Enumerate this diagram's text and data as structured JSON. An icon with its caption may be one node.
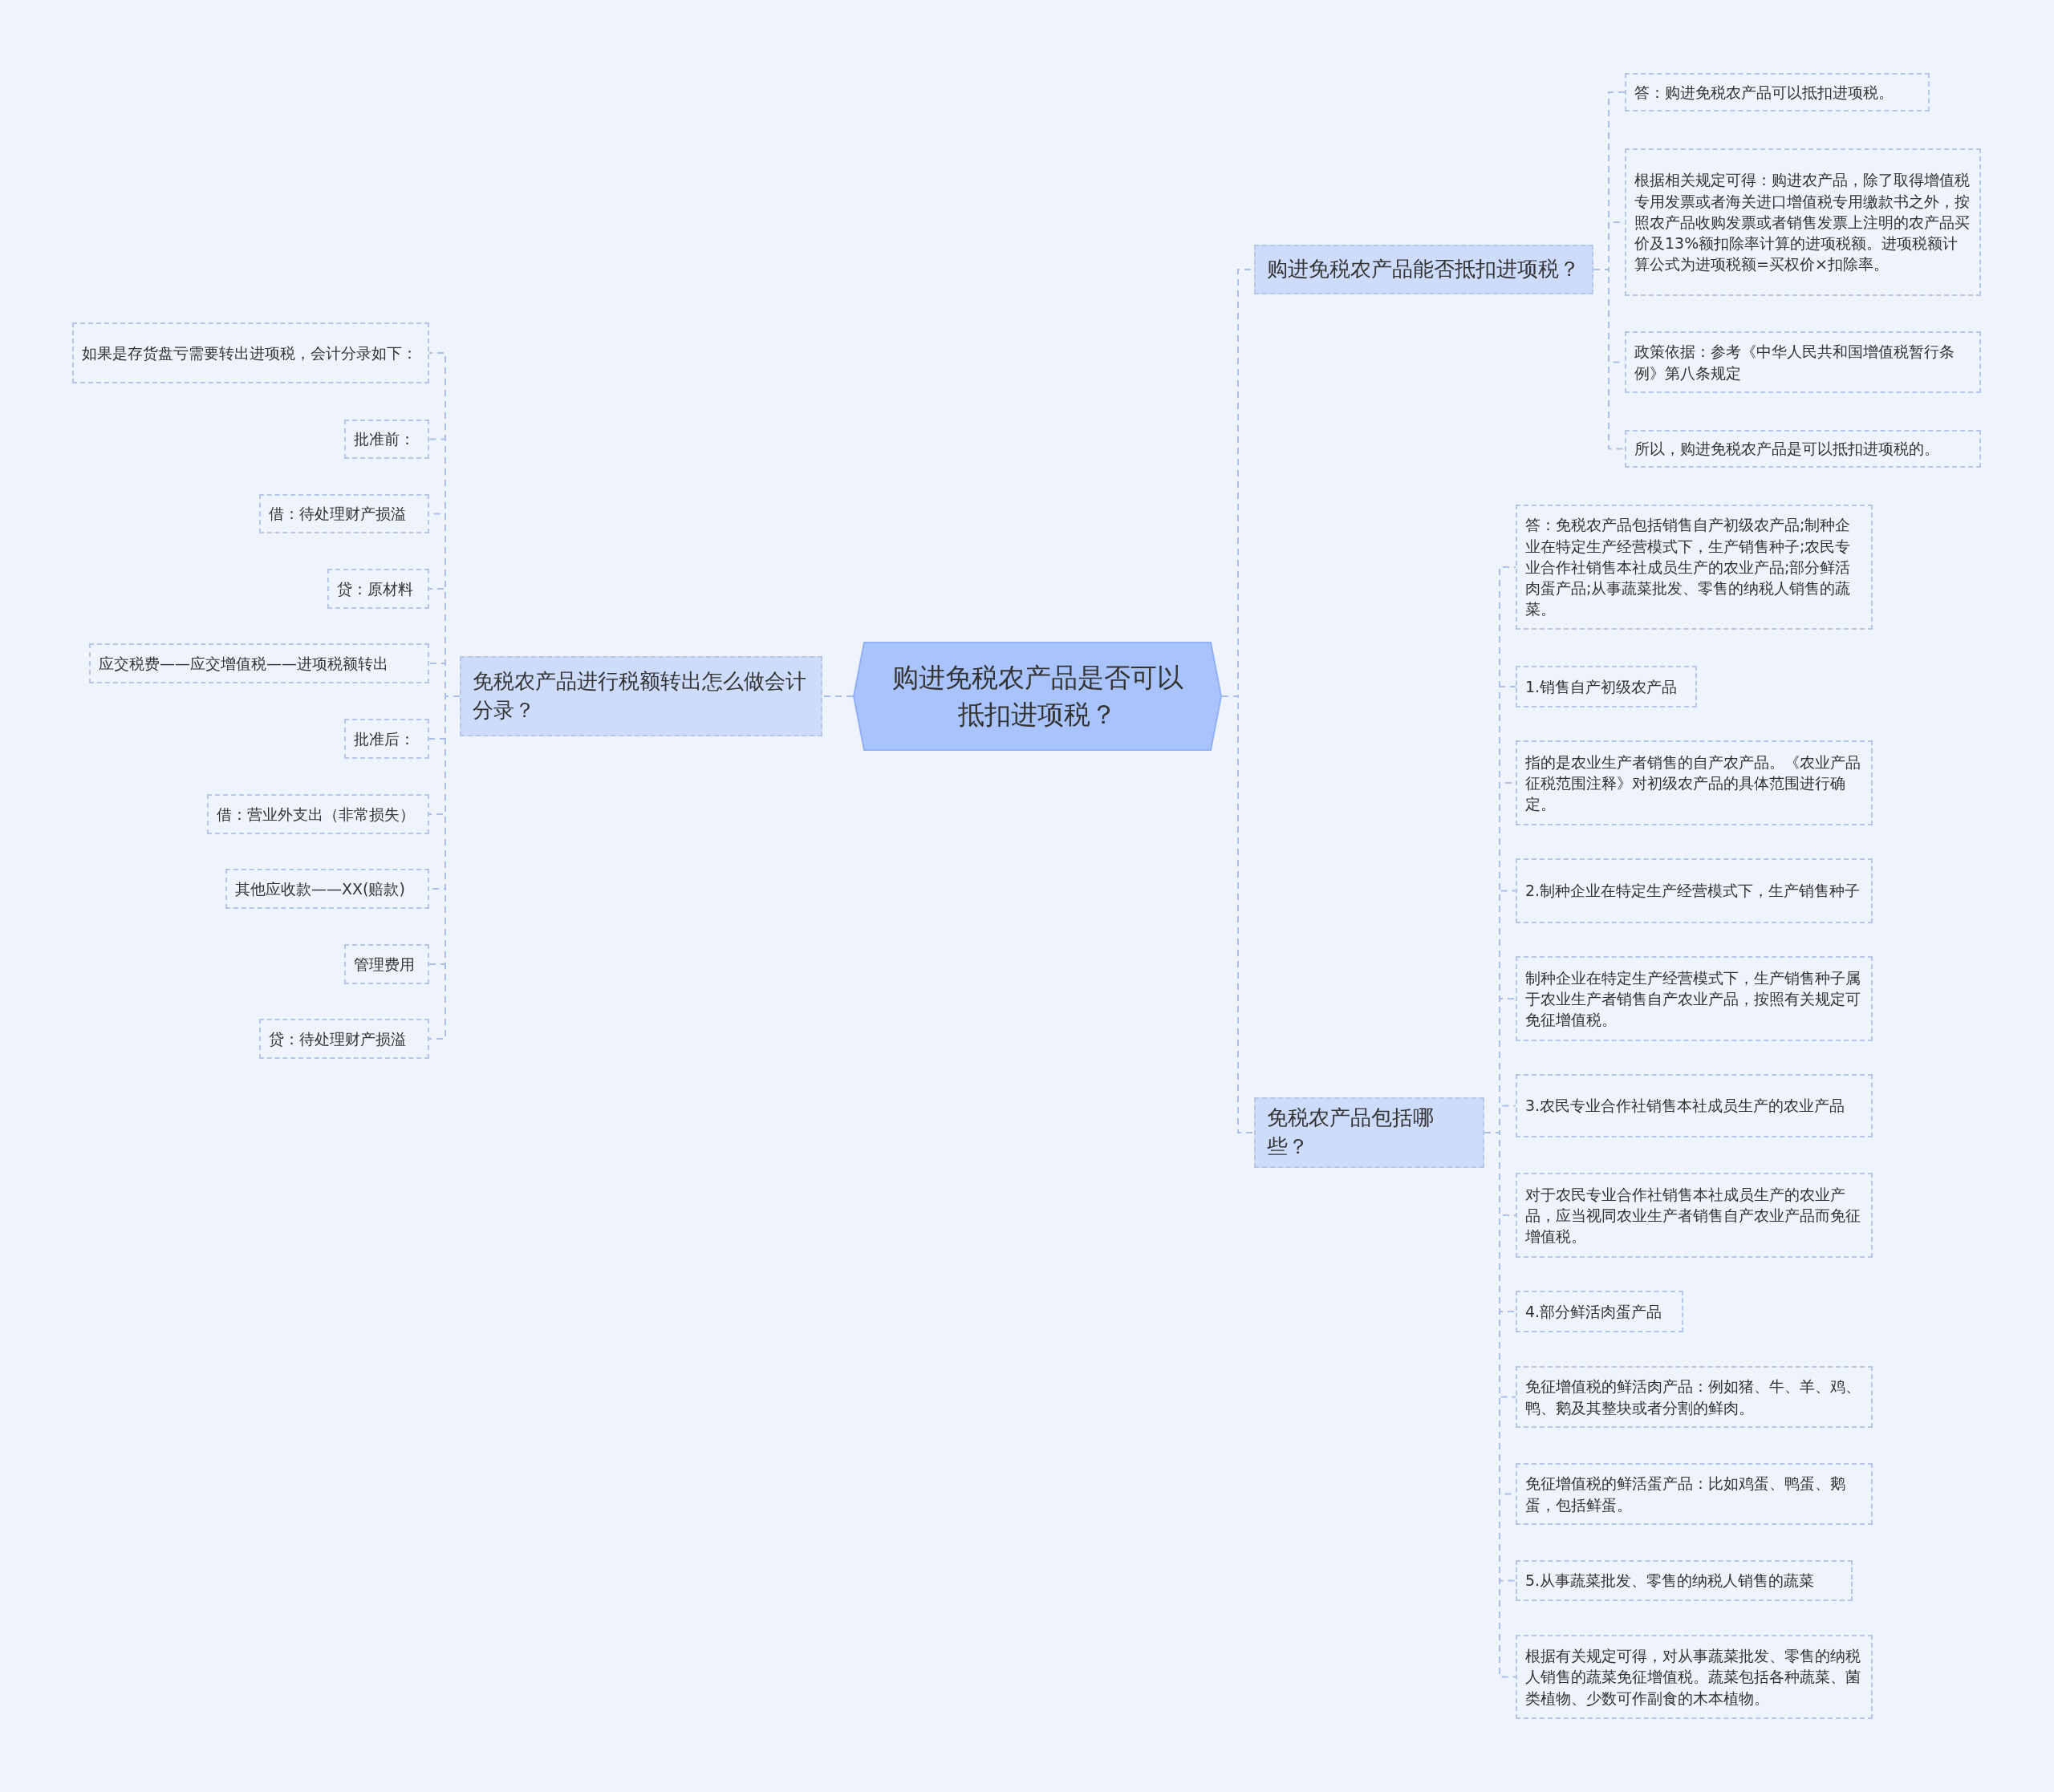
{
  "diagram": {
    "nodes": [
      {
        "text": [
          "购进免税农产品是否可以抵扣进项税？"
        ]
      },
      {
        "text": [
          "购进免税农产品能否抵扣进项税？"
        ]
      },
      {
        "text": [
          "答：购进免税农产品可以抵扣进项税。"
        ]
      },
      {
        "text": [
          "根据相关规定可得：购进农产品，除了取得增值税专用发票或者海关进口增值税专用缴款书之外，按照农产品收购发票或者销售发票上注明的农产品买价及13%额扣除率计算的进项税额。进项税额计算公式为进项税额=买权价×扣除率。"
        ]
      },
      {
        "text": [
          "政策依据：参考《中华人民共和国增值税暂行条例》第八条规定"
        ]
      },
      {
        "text": [
          "所以，购进免税农产品是可以抵扣进项税的。"
        ]
      },
      {
        "text": [
          "免税农产品包括哪些？"
        ]
      },
      {
        "text": [
          "答：免税农产品包括销售自产初级农产品;制种企业在特定生产经营模式下，生产销售种子;农民专业合作社销售本社成员生产的农业产品;部分鲜活肉蛋产品;从事蔬菜批发、零售的纳税人销售的蔬菜。"
        ]
      },
      {
        "text": [
          "1.销售自产初级农产品"
        ]
      },
      {
        "text": [
          "指的是农业生产者销售的自产农产品。《农业产品征税范围注释》对初级农产品的具体范围进行确定。"
        ]
      },
      {
        "text": [
          "2.制种企业在特定生产经营模式下，生产销售种子"
        ]
      },
      {
        "text": [
          "制种企业在特定生产经营模式下，生产销售种子属于农业生产者销售自产农业产品，按照有关规定可免征增值税。"
        ]
      },
      {
        "text": [
          "3.农民专业合作社销售本社成员生产的农业产品"
        ]
      },
      {
        "text": [
          "对于农民专业合作社销售本社成员生产的农业产品，应当视同农业生产者销售自产农业产品而免征增值税。"
        ]
      },
      {
        "text": [
          "4.部分鲜活肉蛋产品"
        ]
      },
      {
        "text": [
          "免征增值税的鲜活肉产品：例如猪、牛、羊、鸡、鸭、鹅及其整块或者分割的鲜肉。"
        ]
      },
      {
        "text": [
          "免征增值税的鲜活蛋产品：比如鸡蛋、鸭蛋、鹅蛋，包括鲜蛋。"
        ]
      },
      {
        "text": [
          "5.从事蔬菜批发、零售的纳税人销售的蔬菜"
        ]
      },
      {
        "text": [
          "根据有关规定可得，对从事蔬菜批发、零售的纳税人销售的蔬菜免征增值税。蔬菜包括各种蔬菜、菌类植物、少数可作副食的木本植物。"
        ]
      },
      {
        "text": [
          "免税农产品进行税额转出怎么做会计分录？"
        ]
      },
      {
        "text": [
          "如果是存货盘亏需要转出进项税，会计分录如下："
        ]
      },
      {
        "text": [
          "批准前："
        ]
      },
      {
        "text": [
          "借：待处理财产损溢"
        ]
      },
      {
        "text": [
          "贷：原材料"
        ]
      },
      {
        "text": [
          "应交税费——应交增值税——进项税额转出"
        ]
      },
      {
        "text": [
          "批准后："
        ]
      },
      {
        "text": [
          "借：营业外支出（非常损失）"
        ]
      },
      {
        "text": [
          "其他应收款——XX(赔款)"
        ]
      },
      {
        "text": [
          "管理费用"
        ]
      },
      {
        "text": [
          "贷：待处理财产损溢"
        ]
      }
    ],
    "edges": [
      {
        "from": 0,
        "to": 1,
        "arrow": "none"
      },
      {
        "from": 1,
        "to": 2,
        "arrow": "none"
      },
      {
        "from": 1,
        "to": 3,
        "arrow": "none"
      },
      {
        "from": 1,
        "to": 4,
        "arrow": "none"
      },
      {
        "from": 1,
        "to": 5,
        "arrow": "none"
      },
      {
        "from": 0,
        "to": 6,
        "arrow": "none"
      },
      {
        "from": 6,
        "to": 7,
        "arrow": "none"
      },
      {
        "from": 6,
        "to": 8,
        "arrow": "none"
      },
      {
        "from": 6,
        "to": 9,
        "arrow": "none"
      },
      {
        "from": 6,
        "to": 10,
        "arrow": "none"
      },
      {
        "from": 6,
        "to": 11,
        "arrow": "none"
      },
      {
        "from": 6,
        "to": 12,
        "arrow": "none"
      },
      {
        "from": 6,
        "to": 13,
        "arrow": "none"
      },
      {
        "from": 6,
        "to": 14,
        "arrow": "none"
      },
      {
        "from": 6,
        "to": 15,
        "arrow": "none"
      },
      {
        "from": 6,
        "to": 16,
        "arrow": "none"
      },
      {
        "from": 6,
        "to": 17,
        "arrow": "none"
      },
      {
        "from": 6,
        "to": 18,
        "arrow": "none"
      },
      {
        "from": 0,
        "to": 19,
        "arrow": "none"
      },
      {
        "from": 19,
        "to": 20,
        "arrow": "none"
      },
      {
        "from": 19,
        "to": 21,
        "arrow": "none"
      },
      {
        "from": 19,
        "to": 22,
        "arrow": "none"
      },
      {
        "from": 19,
        "to": 23,
        "arrow": "none"
      },
      {
        "from": 19,
        "to": 24,
        "arrow": "none"
      },
      {
        "from": 19,
        "to": 25,
        "arrow": "none"
      },
      {
        "from": 19,
        "to": 26,
        "arrow": "none"
      },
      {
        "from": 19,
        "to": 27,
        "arrow": "none"
      },
      {
        "from": 19,
        "to": 28,
        "arrow": "none"
      },
      {
        "from": 19,
        "to": 29,
        "arrow": "none"
      }
    ]
  }
}
